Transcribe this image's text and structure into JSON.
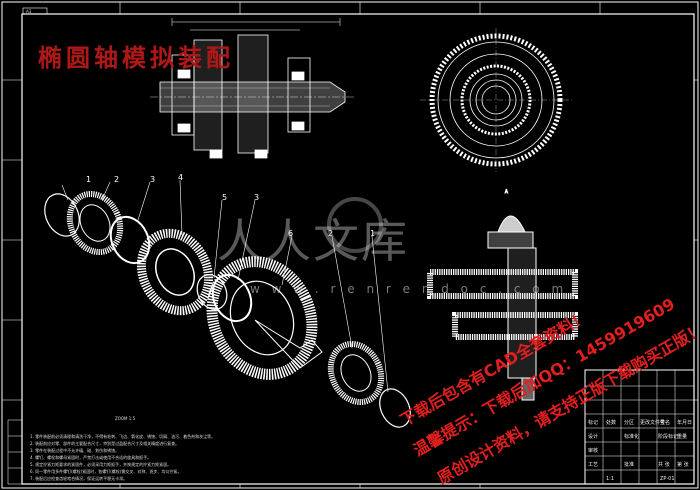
{
  "drawing": {
    "title": "椭圆轴模拟装配",
    "border_tag": "A3",
    "part_numbers": [
      "1",
      "2",
      "3",
      "4",
      "5",
      "3",
      "6",
      "2",
      "1"
    ],
    "view_caption": "ZOOM 1:5",
    "note_lines": [
      "1. 零件装配前必须清理和清洗干净，不得有毛刺、飞边、氧化皮、锈蚀、切屑、油污、着色剂和灰尘等。",
      "2. 装配前应对零、部件的主要配合尺寸，特别是过盈配合尺寸及相关精度进行复查。",
      "3. 零件在装配过程中不允许磕、碰、划伤和锈蚀。",
      "4. 螺钉、螺栓和螺母紧固时，严禁打击或使用不合适的旋具和扳手。",
      "5. 规定拧紧力矩要求的紧固件，必须采用力矩扳手，并按规定的拧紧力矩紧固。",
      "6. 同一零件用多件螺钉(螺栓)紧固时，各螺钉(螺栓)需交叉、对称、逐步、均匀拧紧。",
      "7. 装配后应检查齿轮啮合情况，保证运转平稳无卡滞。"
    ]
  },
  "watermark": {
    "text": "人人文库",
    "url": "w w w . r e n r e n d o c . c o m"
  },
  "promo": {
    "line1": "下载后包含有CAD全套资料！",
    "line2": "温馨提示：下载后加QQ：1459919609",
    "line3": "原创设计资料，请支持正版下载购买正版！"
  },
  "title_block": {
    "rows": [
      [
        "",
        "",
        "",
        "",
        "",
        ""
      ],
      [
        "",
        "",
        "",
        "",
        "",
        ""
      ],
      [
        "标记",
        "处数",
        "分区",
        "更改文件号",
        "签名",
        "年月日"
      ],
      [
        "设计",
        "",
        "标准化",
        "",
        "阶段标记",
        "重量"
      ],
      [
        "审核",
        "",
        "",
        "",
        "",
        ""
      ],
      [
        "工艺",
        "",
        "批准",
        "",
        "共 张",
        "第 张"
      ]
    ],
    "drawing_no": "ZP-01",
    "scale": "1:1"
  }
}
